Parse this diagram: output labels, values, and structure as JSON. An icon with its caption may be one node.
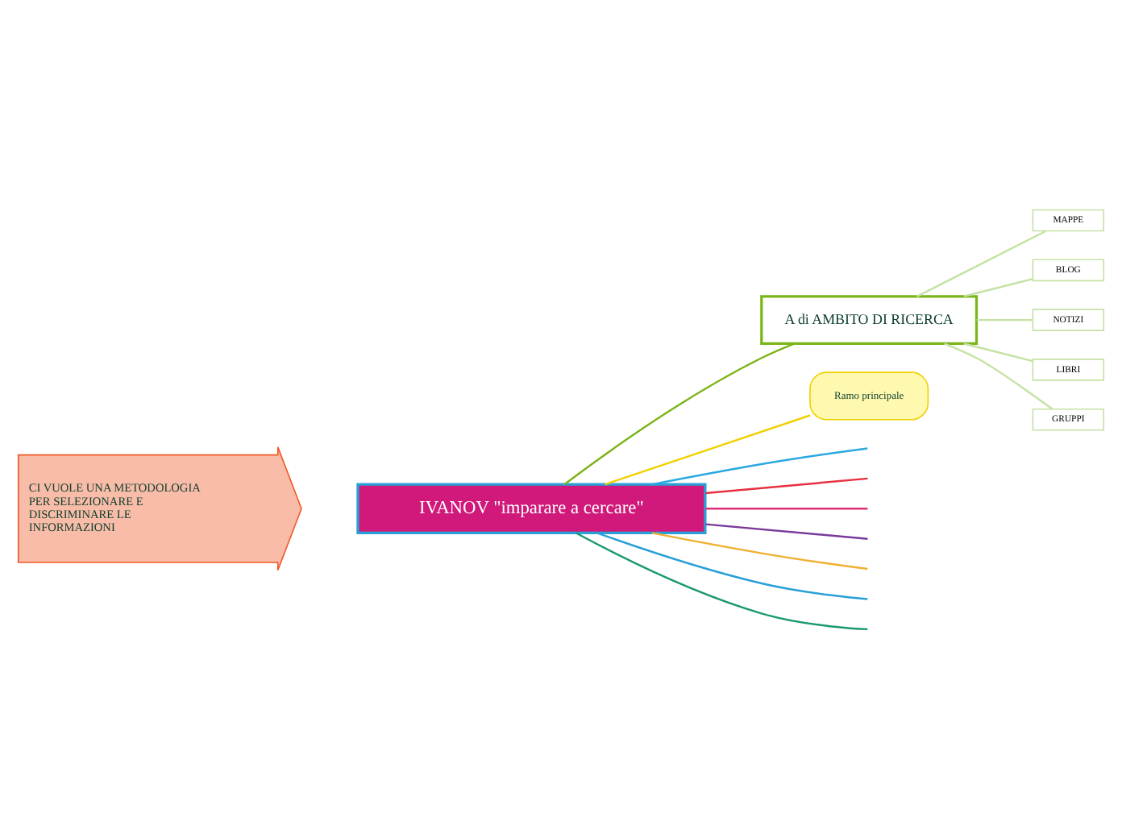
{
  "diagram": {
    "nodes": [
      {
        "text": [
          "CI VUOLE UNA METODOLOGIA PER SELEZIONARE E DISCRIMINARE LE INFORMAZIONI"
        ]
      },
      {
        "text": [
          "IVANOV \"imparare a cercare\""
        ]
      },
      {
        "text": [
          "A di AMBITO DI RICERCA"
        ]
      },
      {
        "text": [
          "MAPPE"
        ]
      },
      {
        "text": [
          "BLOG"
        ]
      },
      {
        "text": [
          "NOTIZI"
        ]
      },
      {
        "text": [
          "LIBRI"
        ]
      },
      {
        "text": [
          "GRUPPI"
        ]
      },
      {
        "text": [
          "Ramo principale"
        ]
      }
    ],
    "edges": [
      {
        "from": 1,
        "to": 2,
        "arrow": "none",
        "color": "#7cb518"
      },
      {
        "from": 2,
        "to": 3,
        "arrow": "none"
      },
      {
        "from": 2,
        "to": 4,
        "arrow": "none"
      },
      {
        "from": 2,
        "to": 5,
        "arrow": "none"
      },
      {
        "from": 2,
        "to": 6,
        "arrow": "none"
      },
      {
        "from": 2,
        "to": 7,
        "arrow": "none"
      },
      {
        "from": 1,
        "to": 8,
        "arrow": "none",
        "color": "#f0d000"
      },
      {
        "from": 1,
        "to": null,
        "arrow": "none",
        "color": "#1a9870"
      },
      {
        "from": 1,
        "to": null,
        "arrow": "none",
        "color": "#2aa0d8"
      },
      {
        "from": 1,
        "to": null,
        "arrow": "none",
        "color": "#f0b030"
      },
      {
        "from": 1,
        "to": null,
        "arrow": "none",
        "color": "#2aa8e0"
      },
      {
        "from": 1,
        "to": null,
        "arrow": "none",
        "color": "#e83040"
      },
      {
        "from": 1,
        "to": null,
        "arrow": "none",
        "color": "#7a3a9a"
      },
      {
        "from": 1,
        "to": null,
        "arrow": "none",
        "color": "#e0307a"
      }
    ]
  }
}
